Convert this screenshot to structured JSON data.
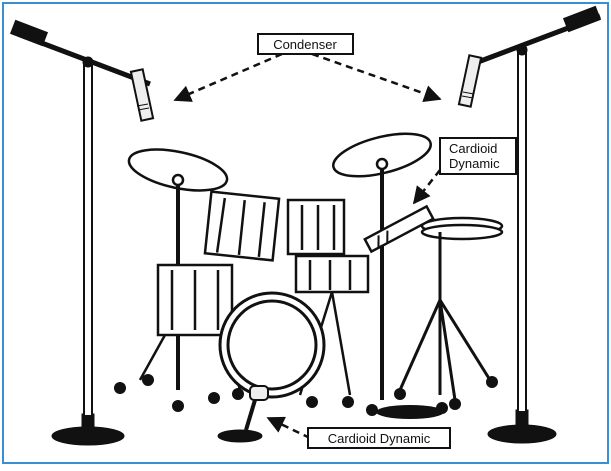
{
  "colors": {
    "frame": "#3a8fd0",
    "ink": "#111111",
    "paper": "#ffffff",
    "mic_fill": "#eeeeee"
  },
  "labels": {
    "condenser": "Condenser",
    "cardioid_dynamic_top_line1": "Cardioid",
    "cardioid_dynamic_top_line2": "Dynamic",
    "cardioid_dynamic_bottom": "Cardioid Dynamic"
  }
}
